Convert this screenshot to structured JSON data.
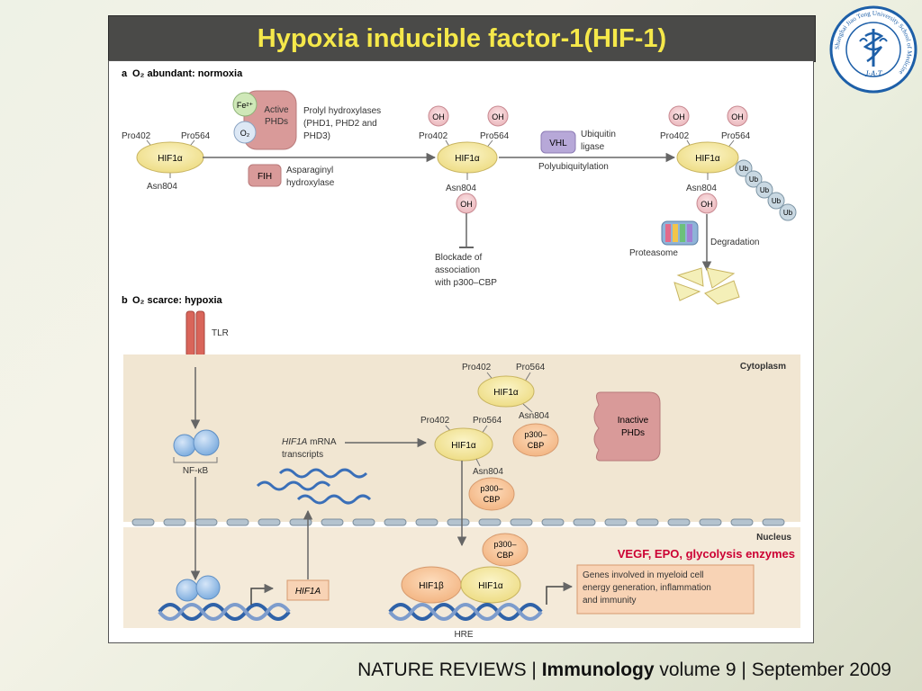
{
  "slide": {
    "title": "Hypoxia inducible factor-1(HIF-1)",
    "citation": {
      "part1": "NATURE REVIEWS | ",
      "journal": "Immunology",
      "part2": " volume 9 | September 2009"
    },
    "logo": {
      "ring_text": "Shanghai Jiao Tong University School of Medicine",
      "initials": "J·A·T"
    },
    "colors": {
      "title_text": "#f5e84a",
      "title_bg": "#4a4a48",
      "highlight": "#cc0033",
      "hif_node": "#f6eaa0",
      "phd": "#d99a99",
      "p300": "#f7c59a",
      "vhl": "#b7a8d8",
      "nfkb": "#9cc0e8",
      "cytoplasm": "#f1e6d2"
    }
  },
  "diagram": {
    "panel_a": {
      "label": "a",
      "title": "O₂ abundant: normoxia",
      "fe": "Fe²⁺",
      "o2": "O₂",
      "active_phds": [
        "Active",
        "PHDs"
      ],
      "prolyl_text": [
        "Prolyl hydroxylases",
        "(PHD1, PHD2 and",
        "PHD3)"
      ],
      "fih": "FIH",
      "asparaginyl_text": [
        "Asparaginyl",
        "hydroxylase"
      ],
      "hif1a": "HIF1α",
      "pro402": "Pro402",
      "pro564": "Pro564",
      "asn804": "Asn804",
      "oh": "OH",
      "vhl": "VHL",
      "ubiquitin_text": [
        "Ubiquitin",
        "ligase"
      ],
      "polyubiquitylation": "Polyubiquitylation",
      "ub": "Ub",
      "blockade_text": [
        "Blockade of",
        "association",
        "with p300–CBP"
      ],
      "degradation": "Degradation",
      "proteasome": "Proteasome"
    },
    "panel_b": {
      "label": "b",
      "title": "O₂ scarce: hypoxia",
      "tlr": "TLR",
      "cytoplasm": "Cytoplasm",
      "nucleus": "Nucleus",
      "nfkb": "NF-κB",
      "mrna_italic": "HIF1A",
      "mrna_rest": " mRNA",
      "transcripts": "transcripts",
      "hif1a": "HIF1α",
      "hif1b": "HIF1β",
      "pro402": "Pro402",
      "pro564": "Pro564",
      "asn804": "Asn804",
      "p300_line1": "p300–",
      "p300_line2": "CBP",
      "inactive_phds": [
        "Inactive",
        "PHDs"
      ],
      "gene": "HIF1A",
      "hre": "HRE",
      "genes_box": [
        "Genes involved in myeloid cell",
        "energy generation, inflammation",
        "and immunity"
      ],
      "highlight_text": "VEGF, EPO, glycolysis enzymes"
    }
  }
}
